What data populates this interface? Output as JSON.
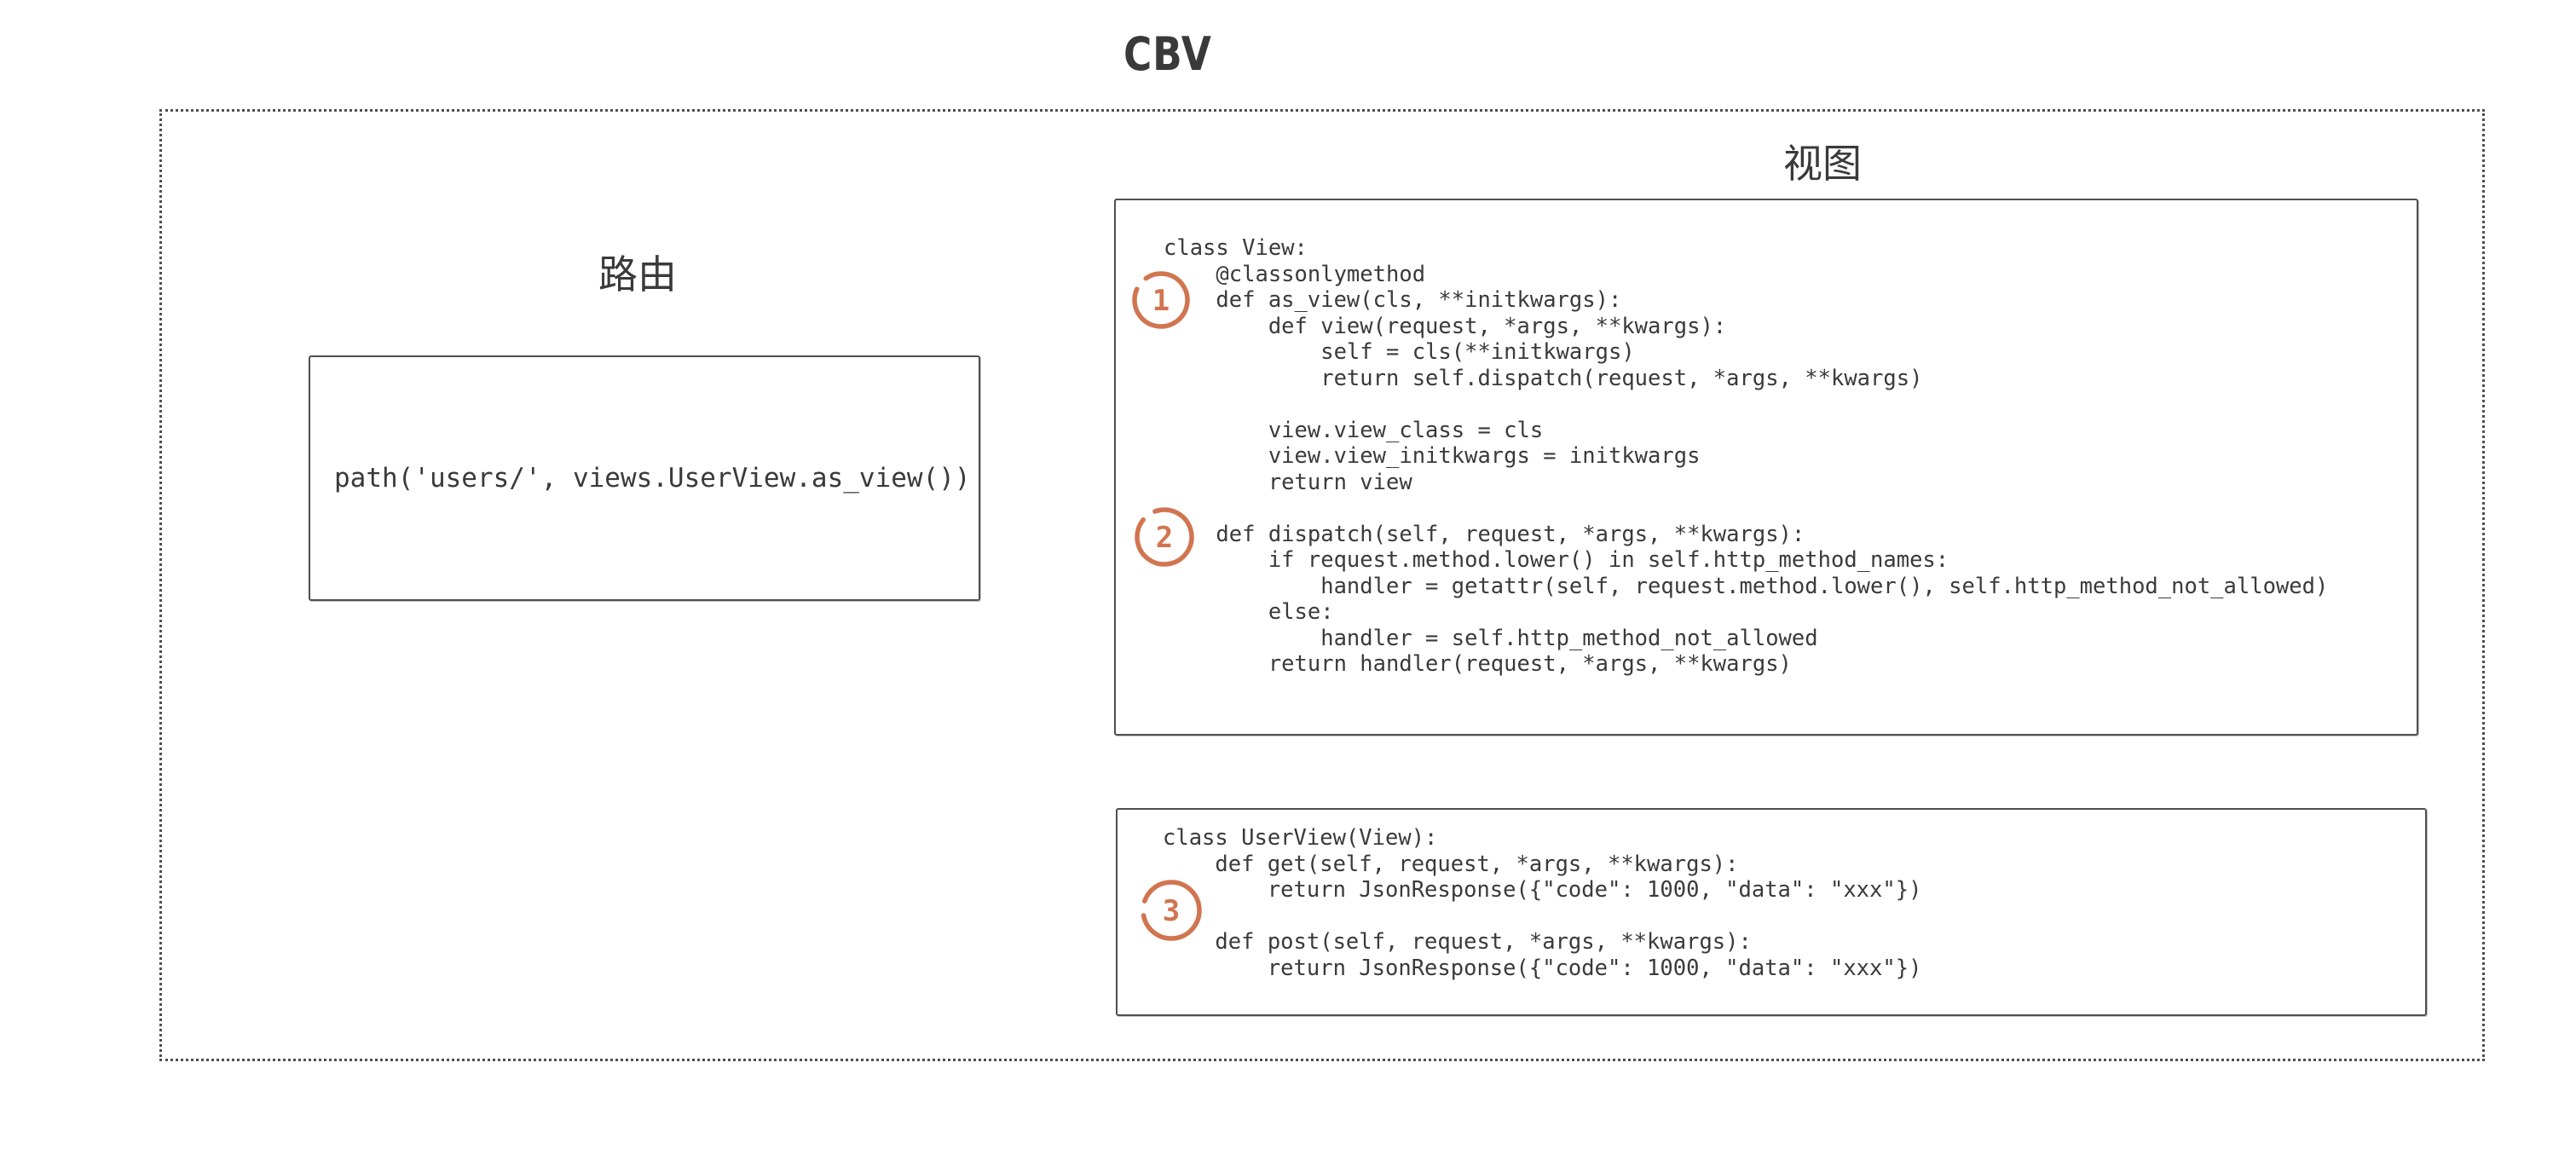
{
  "title": "CBV",
  "colors": {
    "accent": "#d17550",
    "text": "#3a3a3a",
    "border": "#4f4f4f"
  },
  "route_section": {
    "label": "路由",
    "code": "path('users/', views.UserView.as_view())"
  },
  "view_section": {
    "label": "视图",
    "view_class_code": [
      "class View:",
      "    @classonlymethod",
      "    def as_view(cls, **initkwargs):",
      "        def view(request, *args, **kwargs):",
      "            self = cls(**initkwargs)",
      "            return self.dispatch(request, *args, **kwargs)",
      "",
      "        view.view_class = cls",
      "        view.view_initkwargs = initkwargs",
      "        return view",
      "",
      "    def dispatch(self, request, *args, **kwargs):",
      "        if request.method.lower() in self.http_method_names:",
      "            handler = getattr(self, request.method.lower(), self.http_method_not_allowed)",
      "        else:",
      "            handler = self.http_method_not_allowed",
      "        return handler(request, *args, **kwargs)"
    ],
    "user_view_code": [
      "class UserView(View):",
      "    def get(self, request, *args, **kwargs):",
      "        return JsonResponse({\"code\": 1000, \"data\": \"xxx\"})",
      "",
      "    def post(self, request, *args, **kwargs):",
      "        return JsonResponse({\"code\": 1000, \"data\": \"xxx\"})"
    ]
  },
  "annotations": [
    "1",
    "2",
    "3"
  ]
}
